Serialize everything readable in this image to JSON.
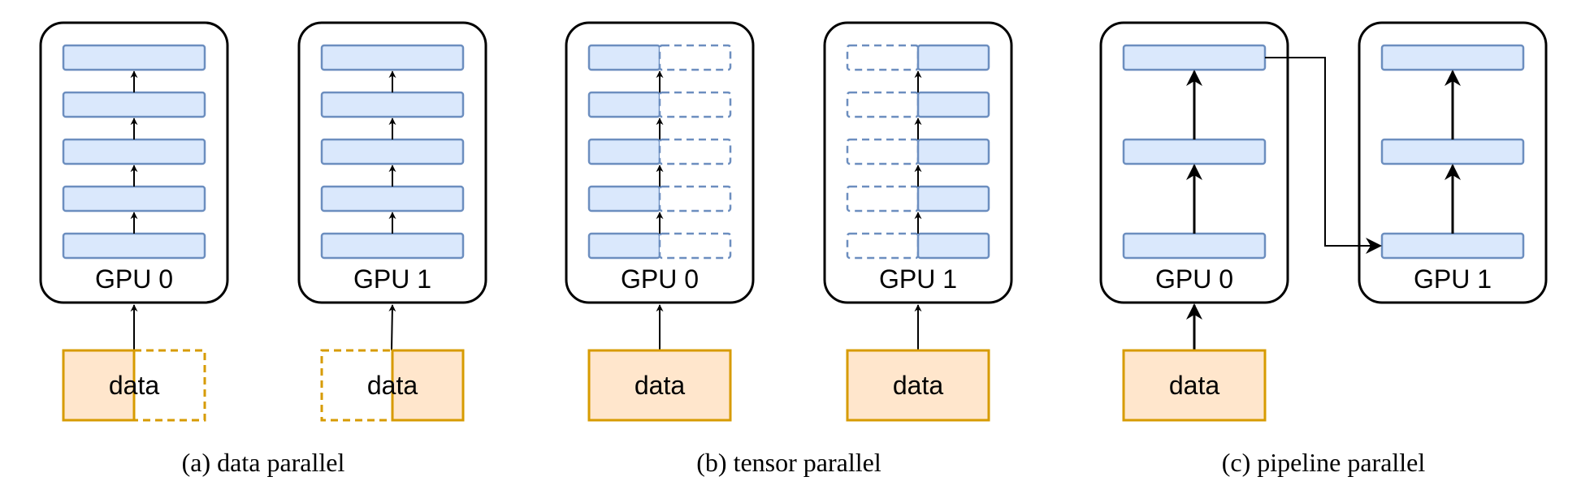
{
  "panels": [
    {
      "caption": "(a) data parallel",
      "gpus": [
        {
          "label": "GPU 0"
        },
        {
          "label": "GPU 1"
        }
      ],
      "data_label": "data"
    },
    {
      "caption": "(b) tensor parallel",
      "gpus": [
        {
          "label": "GPU 0"
        },
        {
          "label": "GPU 1"
        }
      ],
      "data_label": "data"
    },
    {
      "caption": "(c) pipeline parallel",
      "gpus": [
        {
          "label": "GPU 0"
        },
        {
          "label": "GPU 1"
        }
      ],
      "data_label": "data"
    }
  ],
  "colors": {
    "layer_fill": "#dae8fc",
    "layer_stroke": "#6c8ebf",
    "data_fill": "#ffe6cc",
    "data_stroke": "#d79b00",
    "box_stroke": "#000000"
  }
}
